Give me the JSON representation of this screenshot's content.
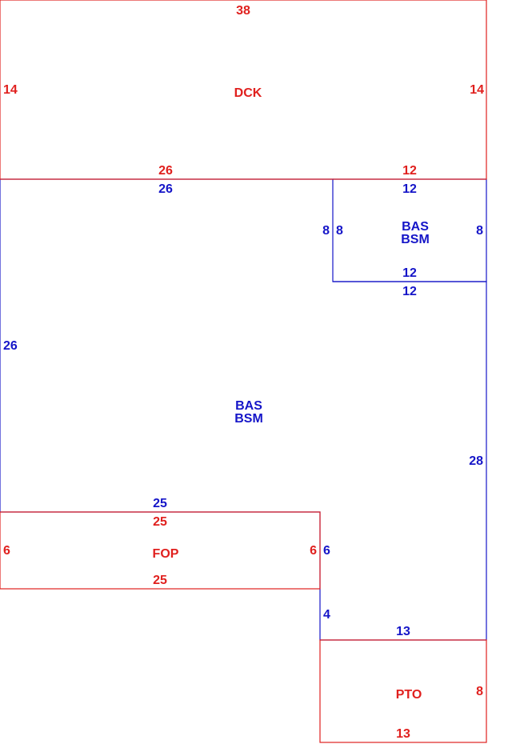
{
  "colors": {
    "red": "#e0201e",
    "blue": "#1515c8",
    "background": "#ffffff"
  },
  "areas": {
    "dck": {
      "label": "DCK",
      "top": "38",
      "left": "14",
      "right": "14",
      "bottom_left": "26",
      "bottom_right": "12"
    },
    "bas_main": {
      "label_line1": "BAS",
      "label_line2": "BSM",
      "top": "26",
      "left": "26",
      "bottom": "25",
      "right_upper": "28",
      "right_lower_step": "6",
      "right_lower_step2": "4",
      "bottom_right": "13",
      "notch_left": "8"
    },
    "bas_small": {
      "label_line1": "BAS",
      "label_line2": "BSM",
      "top": "12",
      "left": "8",
      "right": "8",
      "bottom_inner": "12",
      "bottom_outer": "12"
    },
    "fop": {
      "label": "FOP",
      "top": "25",
      "bottom": "25",
      "left": "6",
      "right": "6"
    },
    "pto": {
      "label": "PTO",
      "bottom": "13",
      "right": "8"
    }
  }
}
